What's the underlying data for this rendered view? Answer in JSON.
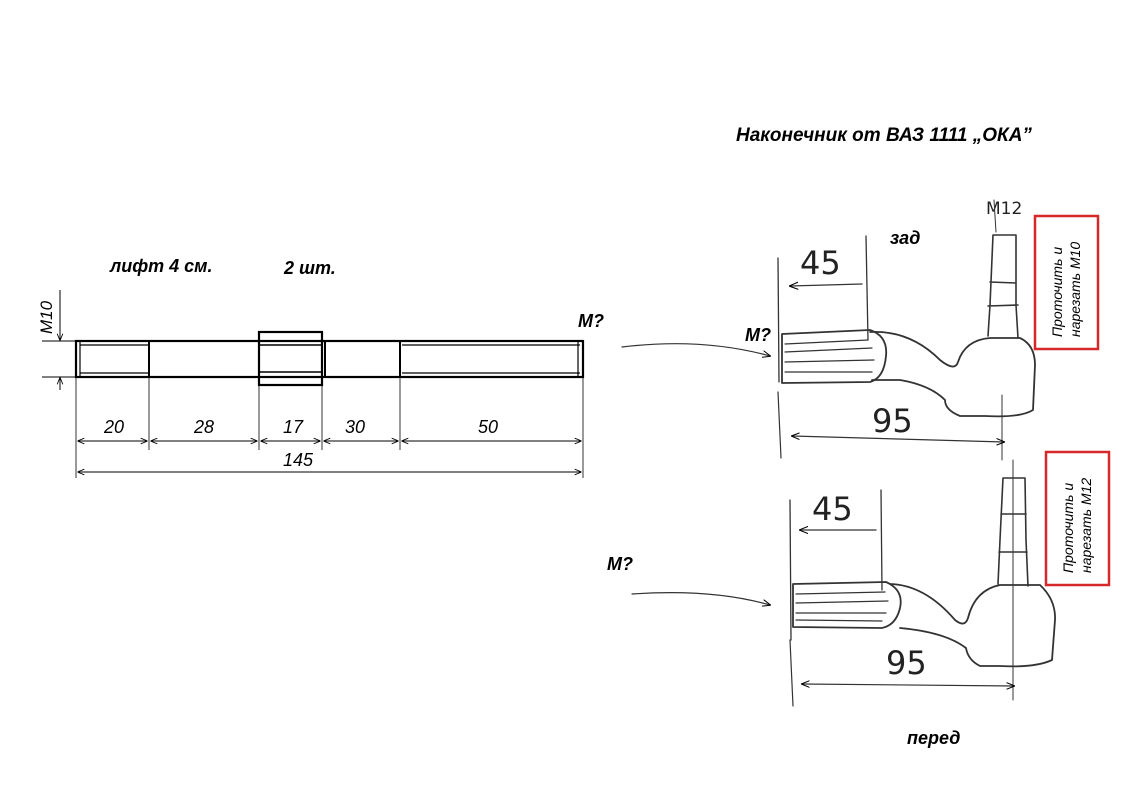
{
  "title": "Наконечник от ВАЗ 1111 „ОКА”",
  "shaft": {
    "lift_label": "лифт 4 см.",
    "qty_label": "2 шт.",
    "thread_label": "М10",
    "end_label": "М?",
    "segments": [
      "20",
      "28",
      "17",
      "30",
      "50"
    ],
    "total": "145"
  },
  "tie_rod_rear": {
    "caption": "зад",
    "thread_label": "М?",
    "stud_label": "М12",
    "dim_a": "45",
    "dim_b": "95",
    "note_line1": "Проточить и",
    "note_line2": "нарезать М10"
  },
  "tie_rod_front": {
    "caption": "перед",
    "thread_label": "М?",
    "dim_a": "45",
    "dim_b": "95",
    "note_line1": "Проточить и",
    "note_line2": "нарезать М12"
  },
  "colors": {
    "note_border": "#d62828",
    "ink": "#000000"
  }
}
